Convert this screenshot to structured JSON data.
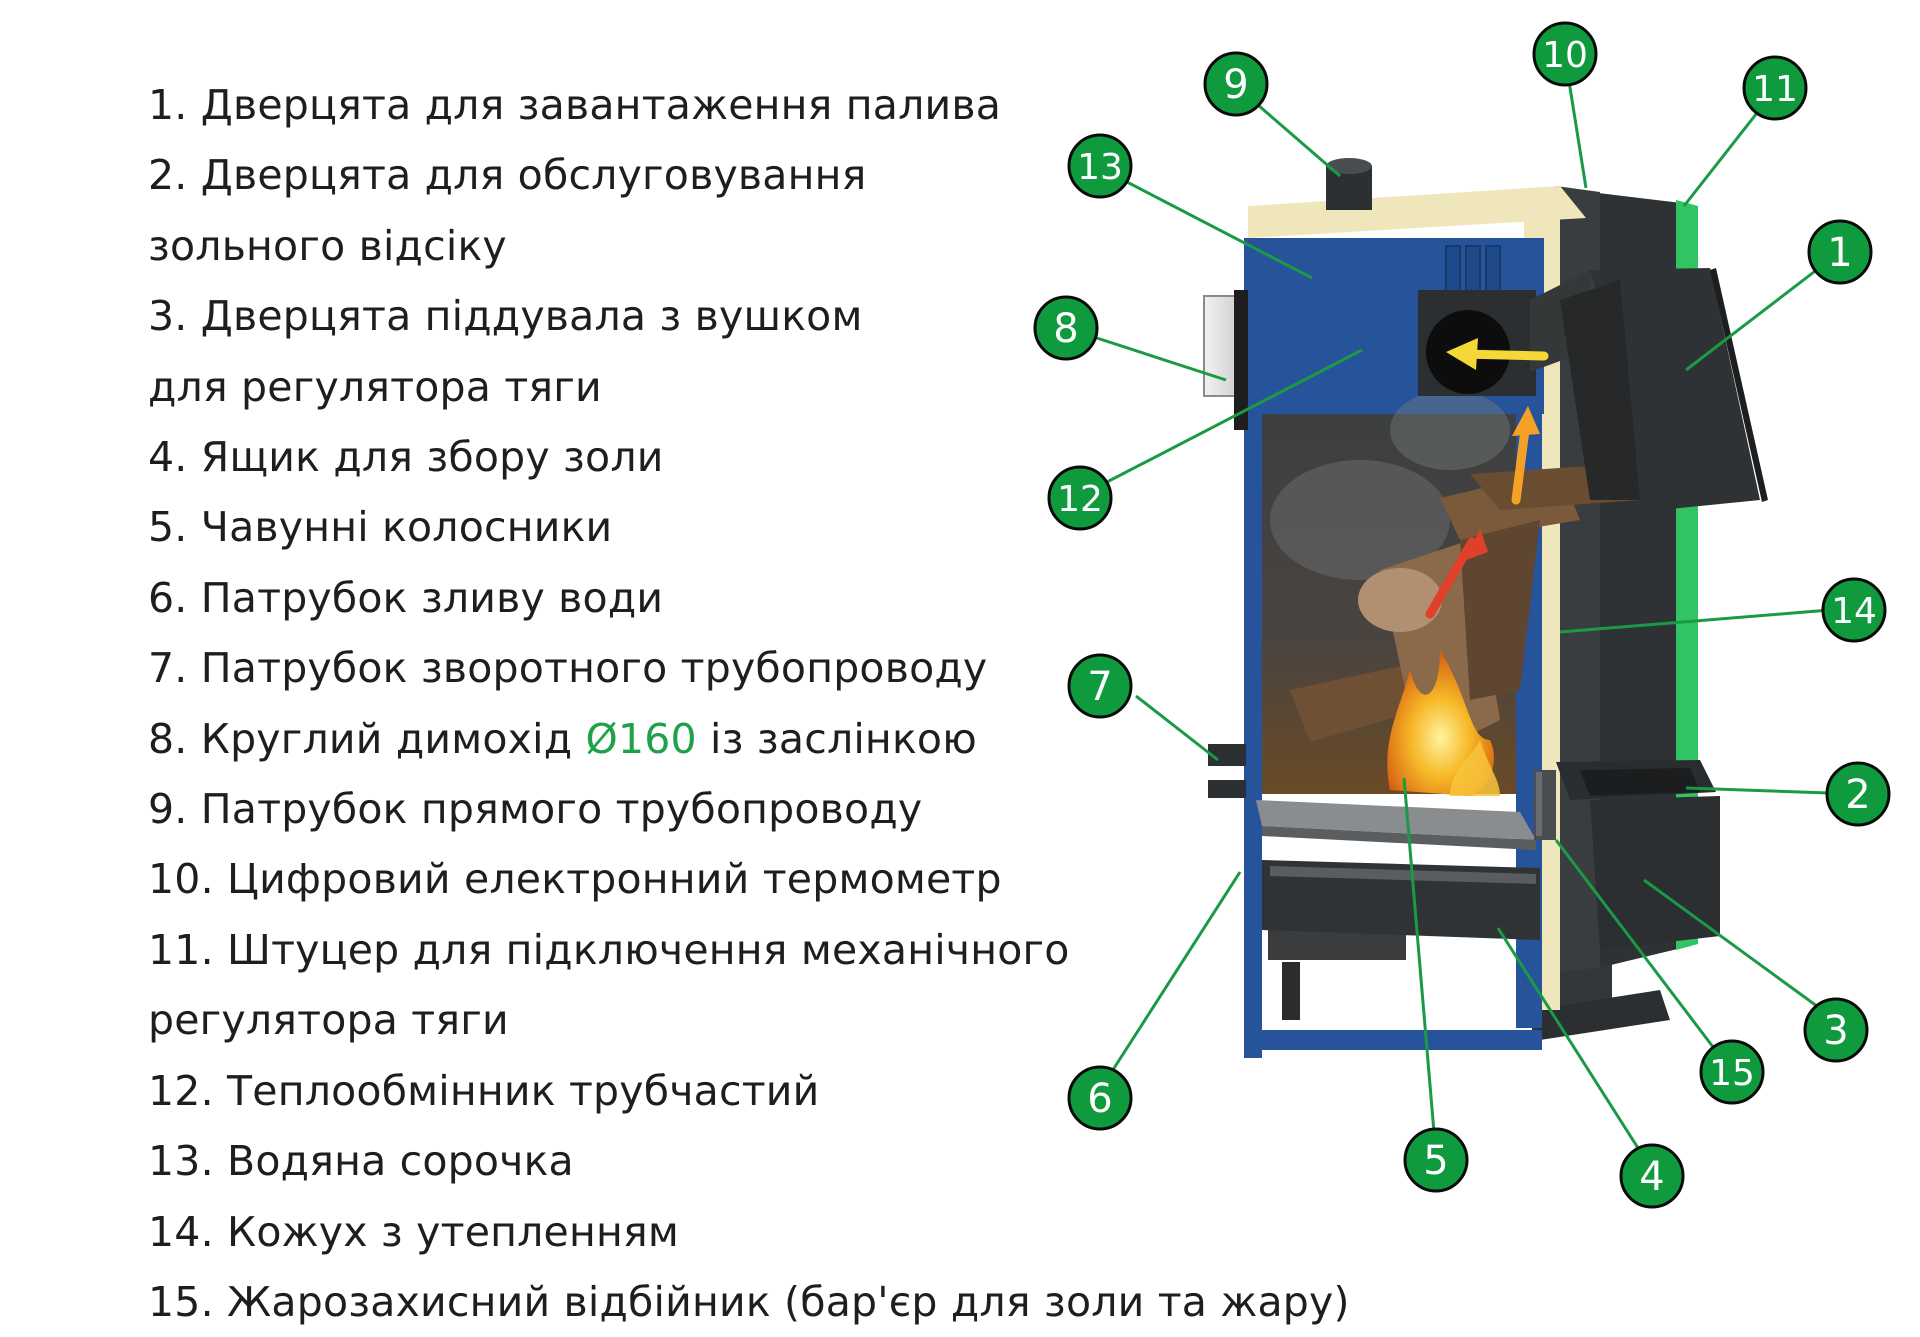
{
  "colors": {
    "callout_fill": "#0e9a3d",
    "callout_ring": "#0a0a0a",
    "accent_text": "#1fa14a",
    "boiler_green": "#31c462",
    "water_jacket_blue": "#27539a",
    "insulation_cream": "#efe6bb",
    "steel_dark": "#2d3032",
    "flame_orange": "#f29a19"
  },
  "legend": [
    {
      "num": "1.",
      "text": "Дверцята для завантаження палива"
    },
    {
      "num": "2.",
      "text": "Дверцята для обслуговування"
    },
    {
      "num": "",
      "text": "зольного відсіку"
    },
    {
      "num": "3.",
      "text": "Дверцята піддувала з вушком"
    },
    {
      "num": "",
      "text": "для регулятора тяги"
    },
    {
      "num": "4.",
      "text": "Ящик для збору золи"
    },
    {
      "num": "5.",
      "text": "Чавунні колосники"
    },
    {
      "num": "6.",
      "text": "Патрубок зливу води"
    },
    {
      "num": "7.",
      "text": "Патрубок зворотного трубопроводу"
    },
    {
      "num": "8.",
      "text": "Круглий димохід",
      "accent": "Ø160",
      "text_after": "із заслінкою"
    },
    {
      "num": "9.",
      "text": "Патрубок прямого трубопроводу"
    },
    {
      "num": "10.",
      "text": "Цифровий електронний термометр"
    },
    {
      "num": "11.",
      "text": "Штуцер для підключення механічного"
    },
    {
      "num": "",
      "text": "регулятора тяги"
    },
    {
      "num": "12.",
      "text": "Теплообмінник трубчастий"
    },
    {
      "num": "13.",
      "text": "Водяна сорочка"
    },
    {
      "num": "14.",
      "text": "Кожух з утепленням"
    },
    {
      "num": "15.",
      "text": "Жарозахисний відбійник (бар'єр для золи та жару)"
    }
  ],
  "callouts": [
    "1",
    "2",
    "3",
    "4",
    "5",
    "6",
    "7",
    "8",
    "9",
    "10",
    "11",
    "12",
    "13",
    "14",
    "15"
  ]
}
